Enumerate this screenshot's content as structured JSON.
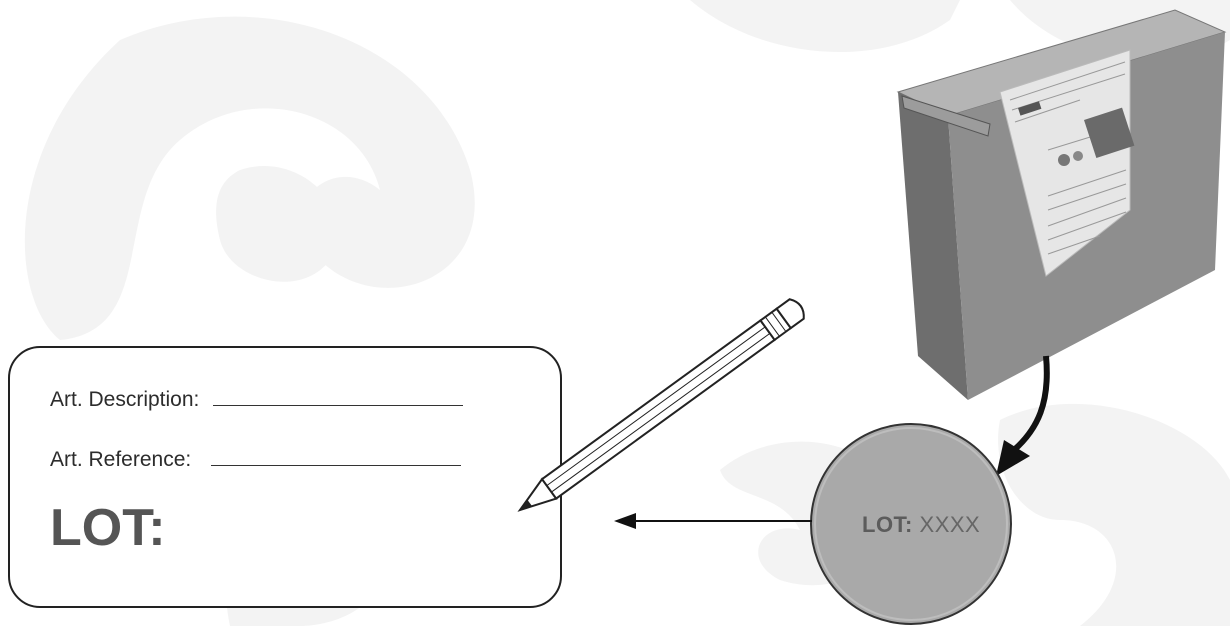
{
  "form": {
    "description_label": "Art. Description:",
    "reference_label": "Art. Reference:",
    "lot_label": "LOT:"
  },
  "stamp": {
    "lot_prefix": "LOT:",
    "lot_value": "XXXX"
  },
  "colors": {
    "background": "#ffffff",
    "ornament": "#f4f4f4",
    "box_front": "#8e8e8e",
    "box_side": "#6e6e6e",
    "box_top": "#b5b5b5",
    "stamp_circle": "#a9a9a9",
    "outline": "#222222"
  },
  "icons": [
    "pencil-icon",
    "arrow-icon",
    "box-illustration",
    "magnifier-circle"
  ]
}
